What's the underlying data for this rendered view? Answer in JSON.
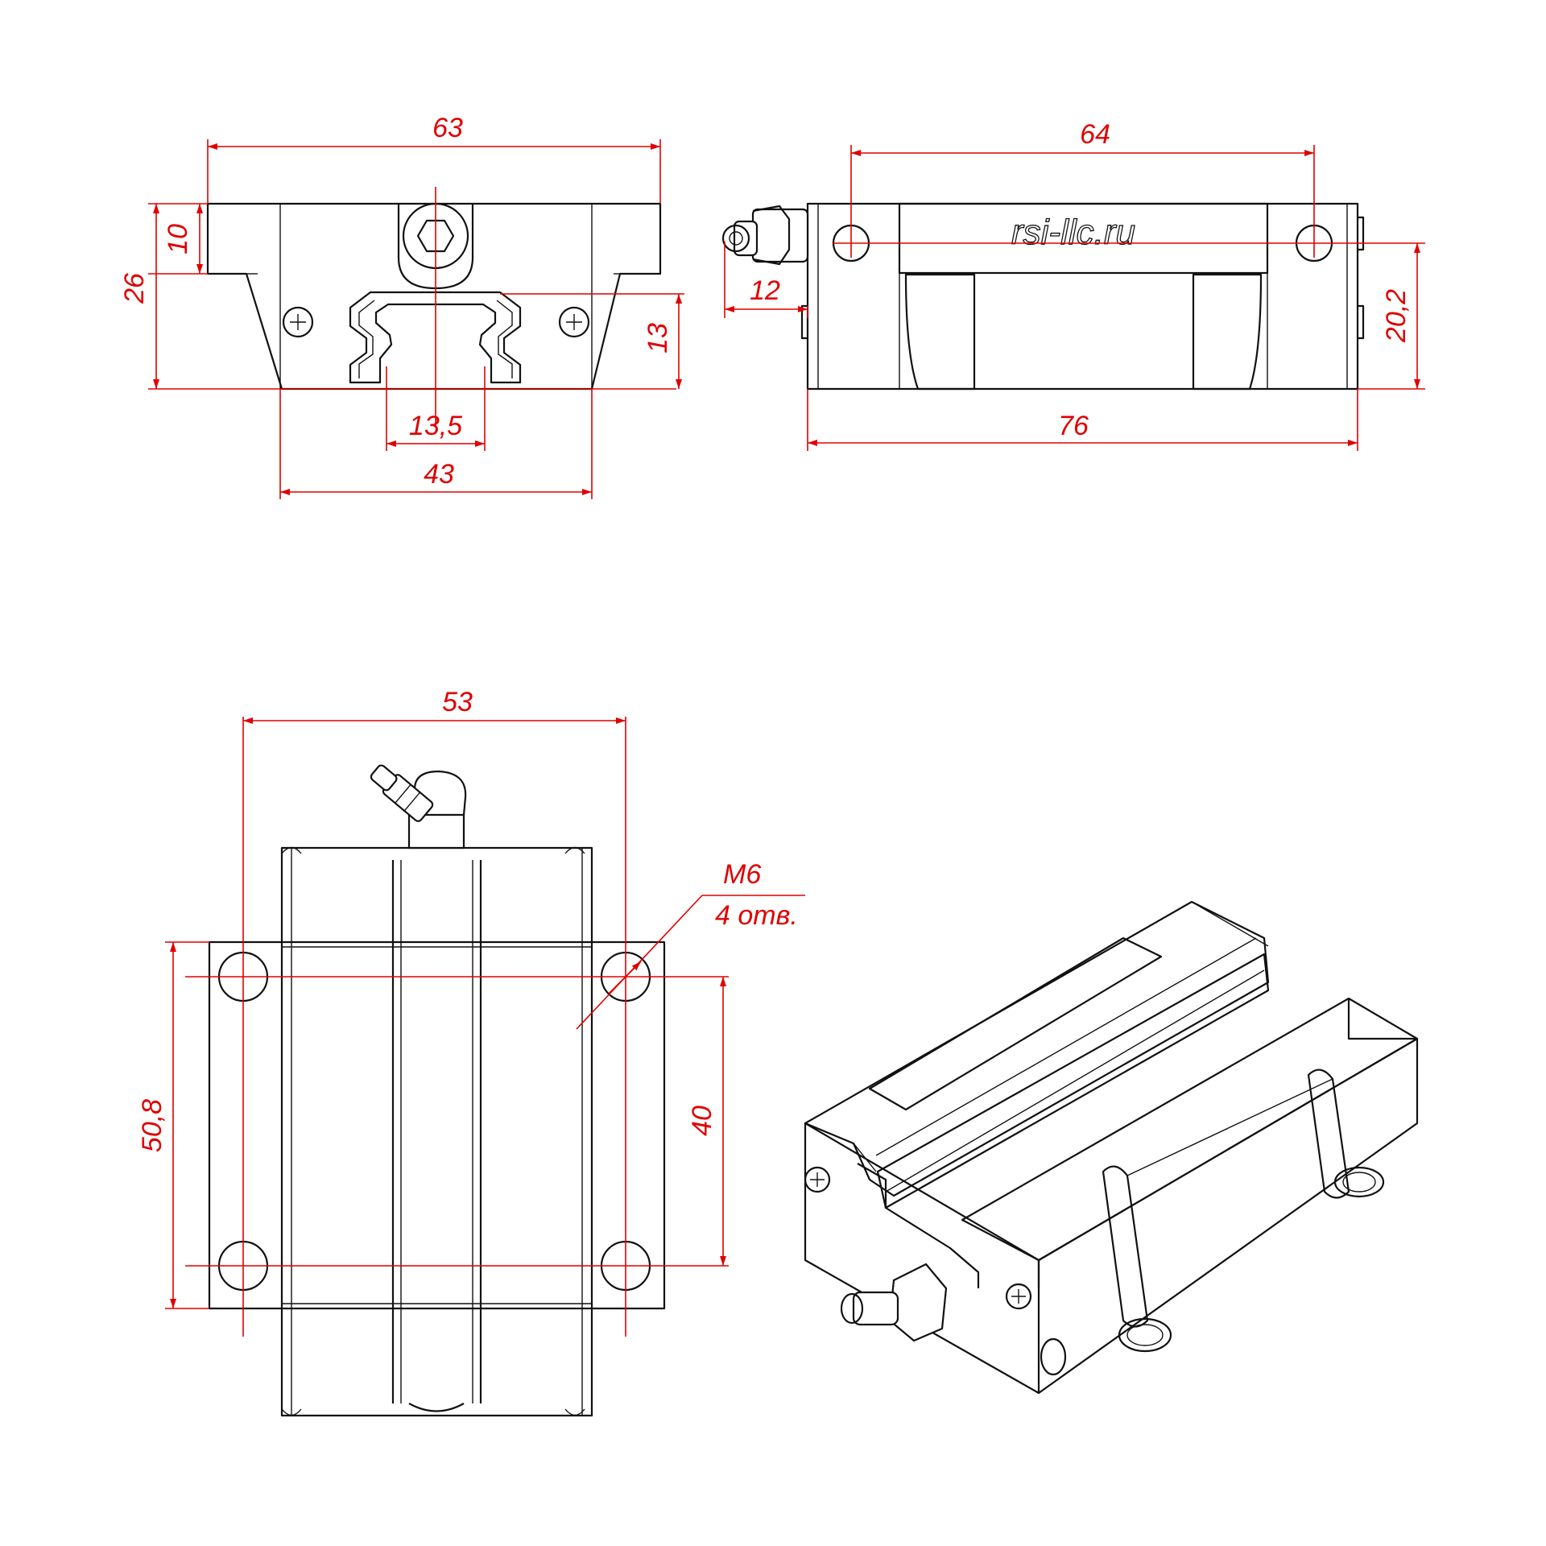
{
  "watermark": "rsi-llc.ru",
  "colors": {
    "dimension": "#e00000",
    "outline": "#111111",
    "background": "#ffffff"
  },
  "front_view": {
    "dims": {
      "width_total": "63",
      "flange_height": "10",
      "height_total": "26",
      "rail_height": "13",
      "rail_width": "13,5",
      "body_width": "43"
    }
  },
  "side_view": {
    "dims": {
      "hole_pitch": "64",
      "length_total": "76",
      "nipple_offset": "12",
      "hole_height": "20,2"
    }
  },
  "top_view": {
    "dims": {
      "flange_width": "53",
      "flange_length": "50,8",
      "hole_spacing": "40"
    },
    "callout": {
      "thread": "M6",
      "count": "4 отв."
    }
  }
}
